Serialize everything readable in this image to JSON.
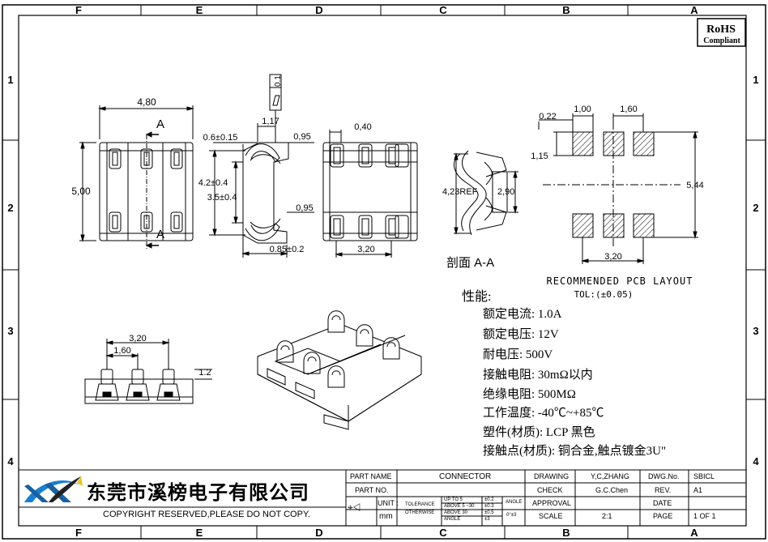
{
  "frame": {
    "columns": [
      "F",
      "E",
      "D",
      "C",
      "B",
      "A"
    ],
    "rows": [
      "1",
      "2",
      "3",
      "4"
    ]
  },
  "rohs": {
    "line1": "RoHS",
    "line2": "Compliant"
  },
  "front_view": {
    "width": "4,80",
    "height": "5,00",
    "section_mark": "A"
  },
  "side_view": {
    "flatness": "0.1",
    "d1": "1,17",
    "d2": "0.6±0.15",
    "d3": "0,95",
    "d4": "4.2±0.4",
    "d5": "3.5±0.4",
    "d6": "0,95",
    "d7": "0.85±0.2"
  },
  "top_view": {
    "d1": "0,40",
    "d2": "3,20"
  },
  "section_view": {
    "d1": "4,23REF",
    "d2": "2,90",
    "caption": "剖面 A-A"
  },
  "pcb_layout": {
    "d_left": "0,22",
    "d_pad": "1,00",
    "d_pitch": "1,60",
    "d_pad_h": "1,15",
    "d_total": "5,44",
    "d_span": "3,20",
    "title": "RECOMMENDED PCB LAYOUT",
    "tolerance": "TOL:(±0.05)"
  },
  "bottom_view": {
    "d_span": "3,20",
    "d_pitch": "1,60",
    "d_height": "1.2"
  },
  "specs": {
    "heading": "性能:",
    "items": [
      "额定电流: 1.0A",
      "额定电压: 12V",
      "耐电压: 500V",
      "接触电阻: 30mΩ以内",
      "绝缘电阻: 500MΩ",
      "工作温度: -40℃~+85℃",
      "塑件(材质): LCP 黑色",
      "接触点(材质): 铜合金,触点镀金3U\""
    ]
  },
  "title_block": {
    "company": "东莞市溪榜电子有限公司",
    "copyright": "COPYRIGHT RESERVED,PLEASE DO NOT COPY.",
    "part_name_label": "PART NAME",
    "part_name": "CONNECTOR",
    "part_no_label": "PART NO.",
    "unit_label": "UNIT :",
    "unit": "mm",
    "tol_label": "TOLERANCE",
    "tol_otherwise": "OTHERWISE",
    "tol_rows": [
      "UP TO 5",
      "ABOVE 5 ~30",
      "ABOVE 30"
    ],
    "tol_vals": [
      "±0.2",
      "±0.3",
      "±0.5"
    ],
    "angle_label": "ANGLE",
    "angle_val": "±3",
    "angle_label2": "ANGLE",
    "angle_val2": "0°±3",
    "drawing_label": "DRAWING",
    "drawing": "Y,C,ZHANG",
    "check_label": "CHECK",
    "check": "G.C.Chen",
    "approval_label": "APPROVAL",
    "scale_label": "SCALE",
    "scale": "2:1",
    "dwg_label": "DWG.No.",
    "dwg": "SBICL",
    "rev_label": "REV.",
    "rev": "A1",
    "date_label": "DATE",
    "page_label": "PAGE",
    "page": "1 OF 1"
  }
}
